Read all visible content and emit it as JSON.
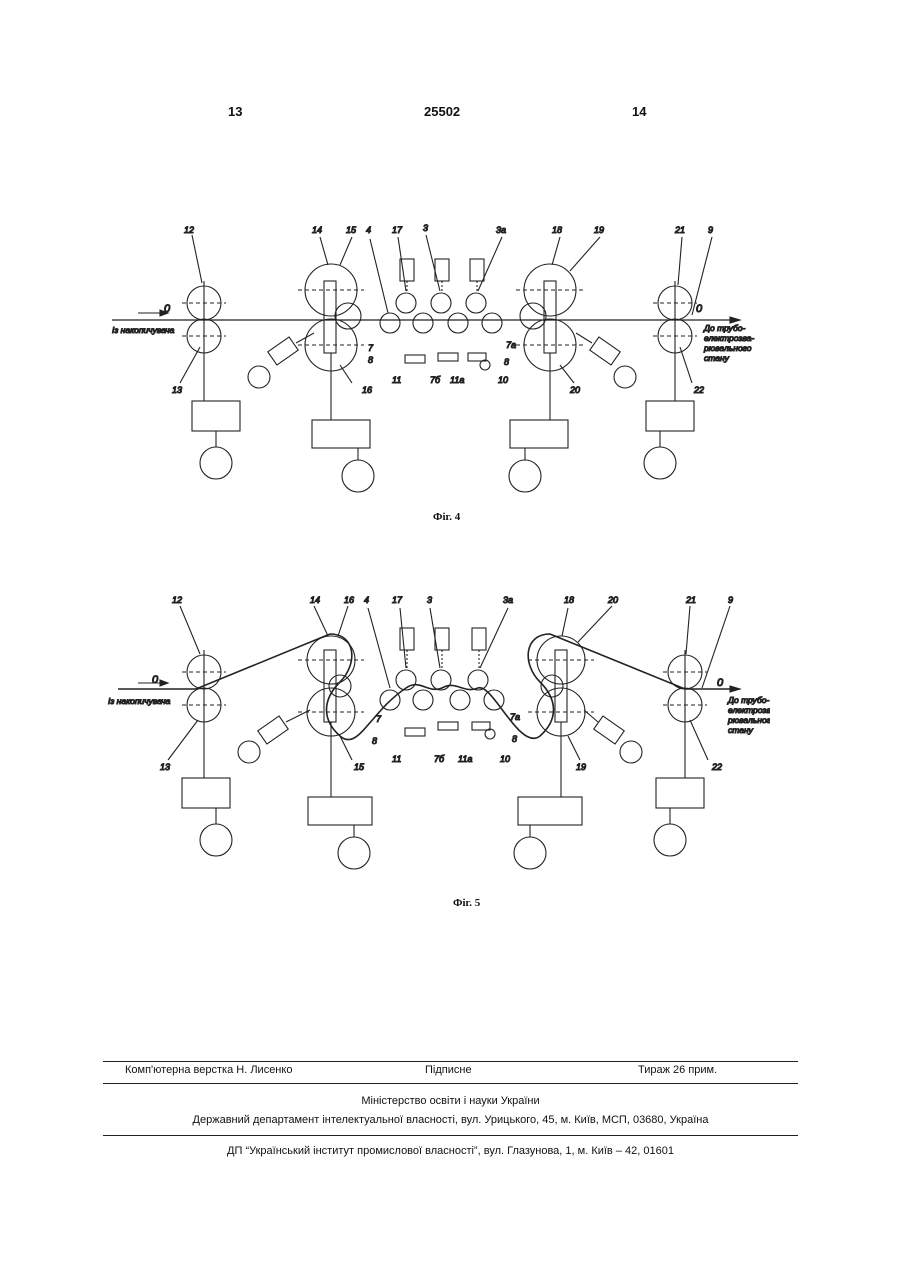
{
  "header": {
    "left_page": "13",
    "patent_no": "25502",
    "right_page": "14"
  },
  "figure4": {
    "caption": "Фіг. 4",
    "labels": [
      "12",
      "14",
      "15",
      "4",
      "17",
      "3",
      "3а",
      "18",
      "19",
      "21",
      "9",
      "0",
      "0",
      "Із накопичувача",
      "До трубо-",
      "електрозва-",
      "рювального",
      "стану",
      "13",
      "16",
      "7",
      "8",
      "7б",
      "11",
      "11а",
      "7а",
      "8",
      "10",
      "20",
      "22"
    ]
  },
  "figure5": {
    "caption": "Фіг. 5",
    "labels": [
      "12",
      "14",
      "16",
      "4",
      "17",
      "3",
      "3а",
      "18",
      "20",
      "21",
      "9",
      "0",
      "0",
      "Із накопичувача",
      "До трубо-",
      "електрозва-",
      "рювального",
      "стану",
      "13",
      "15",
      "7",
      "8",
      "11",
      "7б",
      "11а",
      "10",
      "7а",
      "8",
      "19",
      "22"
    ]
  },
  "footer": {
    "layout_by": "Комп'ютерна верстка Н. Лисенко",
    "signed": "Підписне",
    "circulation": "Тираж 26 прим.",
    "ministry": "Міністерство освіти і науки України",
    "department": "Державний департамент інтелектуальної власності, вул. Урицького, 45, м. Київ, МСП, 03680, Україна",
    "institute": "ДП “Український інститут промислової власності”, вул. Глазунова, 1, м. Київ – 42, 01601"
  }
}
